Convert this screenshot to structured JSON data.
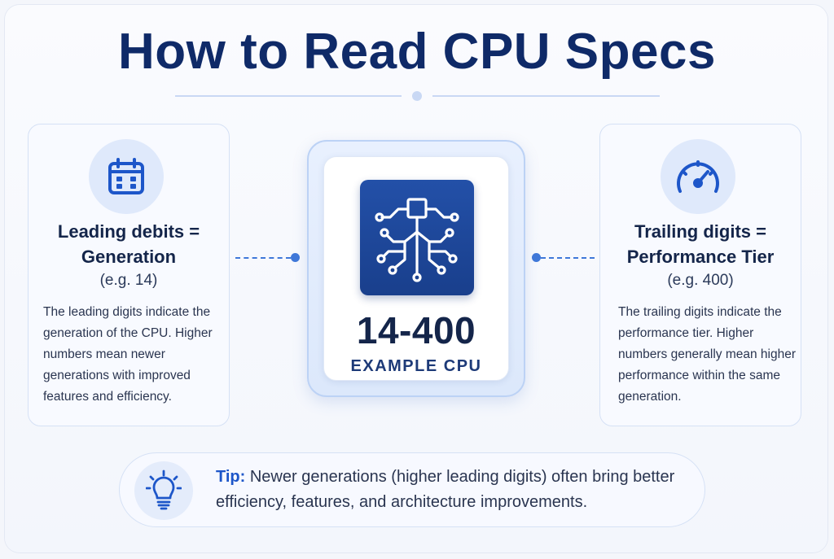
{
  "title": "How to Read CPU Specs",
  "left_card": {
    "heading_line1": "Leading debits =",
    "heading_line2": "Generation",
    "example": "(e.g. 14)",
    "body": "The leading digits indicate the generation of the CPU. Higher numbers mean newer generations with improved features and efficiency.",
    "icon": "calendar-icon"
  },
  "center": {
    "model": "14-400",
    "label": "EXAMPLE CPU",
    "icon": "circuit-chip-icon"
  },
  "right_card": {
    "heading_line1": "Trailing digits =",
    "heading_line2": "Performance Tier",
    "example": "(e.g. 400)",
    "body": "The trailing digits indicate the performance tier. Higher numbers generally mean higher performance within the same generation.",
    "icon": "speedometer-icon"
  },
  "tip": {
    "label": "Tip:",
    "text": " Newer generations (higher leading digits) often bring better efficiency, features, and architecture improvements.",
    "icon": "lightbulb-icon"
  },
  "colors": {
    "title": "#0f2a68",
    "accent": "#1d56c9",
    "chip": "#1f4a9e",
    "connector": "#3f78d9"
  }
}
